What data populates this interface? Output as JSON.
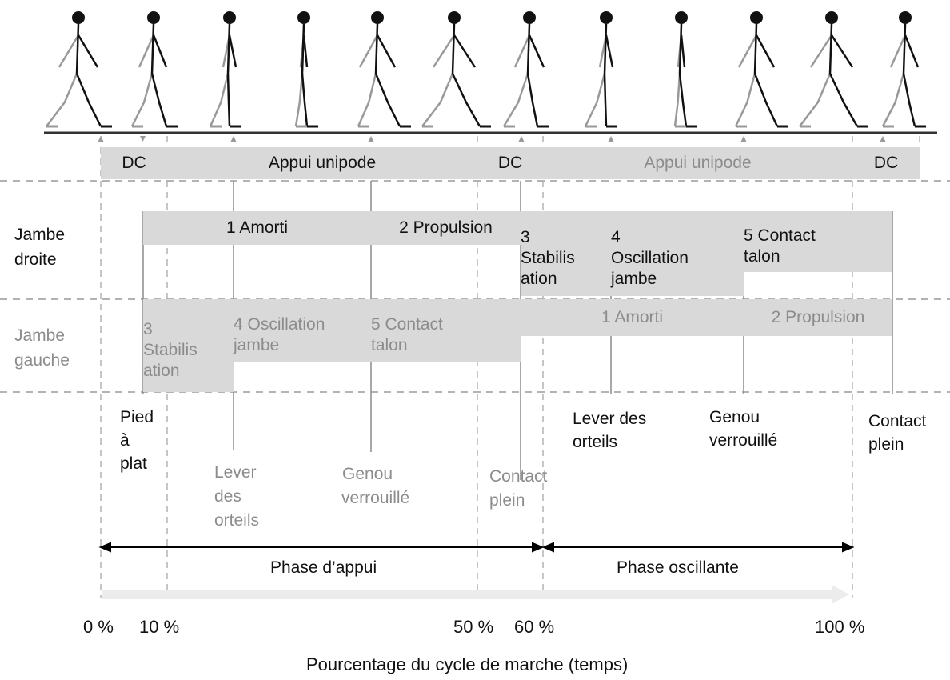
{
  "colors": {
    "dark": "#111111",
    "grey": "#8c8c8c",
    "box": "#d9d9d9",
    "dash": "#b3b3b3",
    "arrow_bg": "#ececec"
  },
  "support": {
    "dc": "DC",
    "single": "Appui unipode"
  },
  "row_labels": {
    "right": [
      "Jambe",
      "droite"
    ],
    "left": [
      "Jambe",
      "gauche"
    ]
  },
  "right_leg": {
    "amorti": "1 Amorti",
    "propulsion": "2 Propulsion",
    "stabilisation": [
      "3",
      "Stabilis",
      "ation"
    ],
    "oscillation": [
      "4",
      "Oscillation",
      "jambe"
    ],
    "contact_talon": [
      "5 Contact",
      "talon"
    ]
  },
  "left_leg": {
    "stabilisation": [
      "3",
      "Stabilis",
      "ation"
    ],
    "oscillation": [
      "4 Oscillation",
      "jambe"
    ],
    "contact_talon": [
      "5 Contact",
      "talon"
    ],
    "amorti": "1 Amorti",
    "propulsion": "2 Propulsion"
  },
  "events_right": {
    "pied_plat": [
      "Pied",
      "à",
      "plat"
    ],
    "lever_orteils": [
      "Lever des",
      "orteils"
    ],
    "genou_verrouille": [
      "Genou",
      "verrouillé"
    ],
    "contact_plein": [
      "Contact",
      "plein"
    ]
  },
  "events_left": {
    "lever_orteils": [
      "Lever",
      "des",
      "orteils"
    ],
    "genou_verrouille": [
      "Genou",
      "verrouillé"
    ],
    "contact_plein": [
      "Contact",
      "plein"
    ]
  },
  "phases": {
    "appui": "Phase d’appui",
    "oscillante": "Phase oscillante"
  },
  "percent_ticks": [
    "0 %",
    "10 %",
    "50 %",
    "60 %",
    "100 %"
  ],
  "axis_label": "Pourcentage du cycle de marche (temps)",
  "figure_icon": "walking-stick-figure-icon"
}
